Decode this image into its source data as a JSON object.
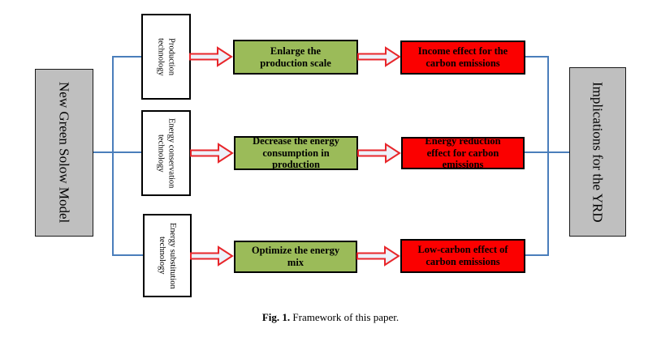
{
  "diagram": {
    "left_node": {
      "label": "New Green Solow Model"
    },
    "right_node": {
      "label": "Implications for the YRD"
    },
    "rows": [
      {
        "technology": "Production\ntechnology",
        "mechanism": "Enlarge the\nproduction scale",
        "effect": "Income effect for the\ncarbon emissions"
      },
      {
        "technology": "Energy conservation\ntechnology",
        "mechanism": "Decrease the energy\nconsumption in\nproduction",
        "effect": "Energy reduction\neffect for carbon\nemissions"
      },
      {
        "technology": "Energy substitution\ntechnology",
        "mechanism": "Optimize the energy\nmix",
        "effect": "Low-carbon effect of\ncarbon emissions"
      }
    ],
    "colors": {
      "mechanism_fill": "#9bbb59",
      "effect_fill": "#fb0000",
      "node_fill": "#bfbfbf",
      "connector_blue": "#4a7ebb",
      "arrow_outline": "#e8262b",
      "arrow_fill": "#edf1fa"
    }
  },
  "caption": {
    "label": "Fig. 1.",
    "text": "Framework of this paper."
  }
}
